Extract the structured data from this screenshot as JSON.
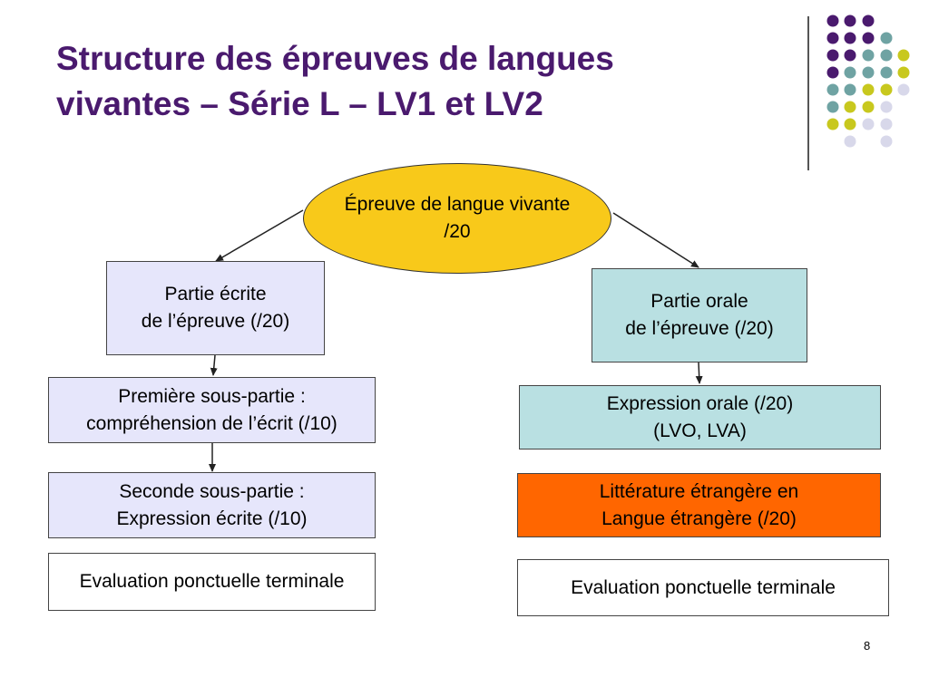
{
  "title": {
    "line1": "Structure des épreuves de langues",
    "line2": "vivantes – Série L – LV1 et LV2"
  },
  "colors": {
    "title": "#4a1a6e",
    "ellipse": "#f8c91a",
    "lavender": "#e6e6fb",
    "teal": "#b9e0e2",
    "orange": "#ff6600",
    "dot_purple": "#4a1a6e",
    "dot_teal": "#6fa3a3",
    "dot_yellow": "#c8c81e",
    "dot_lavender": "#d8d8ea"
  },
  "root": {
    "line1": "Épreuve de langue vivante",
    "line2": "/20"
  },
  "left": {
    "main": {
      "line1": "Partie écrite",
      "line2": "de l’épreuve (/20)"
    },
    "sub1": {
      "line1": "Première sous-partie :",
      "line2": "compréhension de l’écrit (/10)"
    },
    "sub2": {
      "line1": "Seconde sous-partie :",
      "line2": "Expression écrite (/10)"
    },
    "eval": "Evaluation ponctuelle terminale"
  },
  "right": {
    "main": {
      "line1": "Partie orale",
      "line2": "de l’épreuve (/20)"
    },
    "sub1": {
      "line1": "Expression orale (/20)",
      "line2": "(LVO, LVA)"
    },
    "sub2": {
      "line1": "Littérature étrangère en",
      "line2": "Langue étrangère (/20)"
    },
    "eval": "Evaluation ponctuelle terminale"
  },
  "page_number": "8"
}
